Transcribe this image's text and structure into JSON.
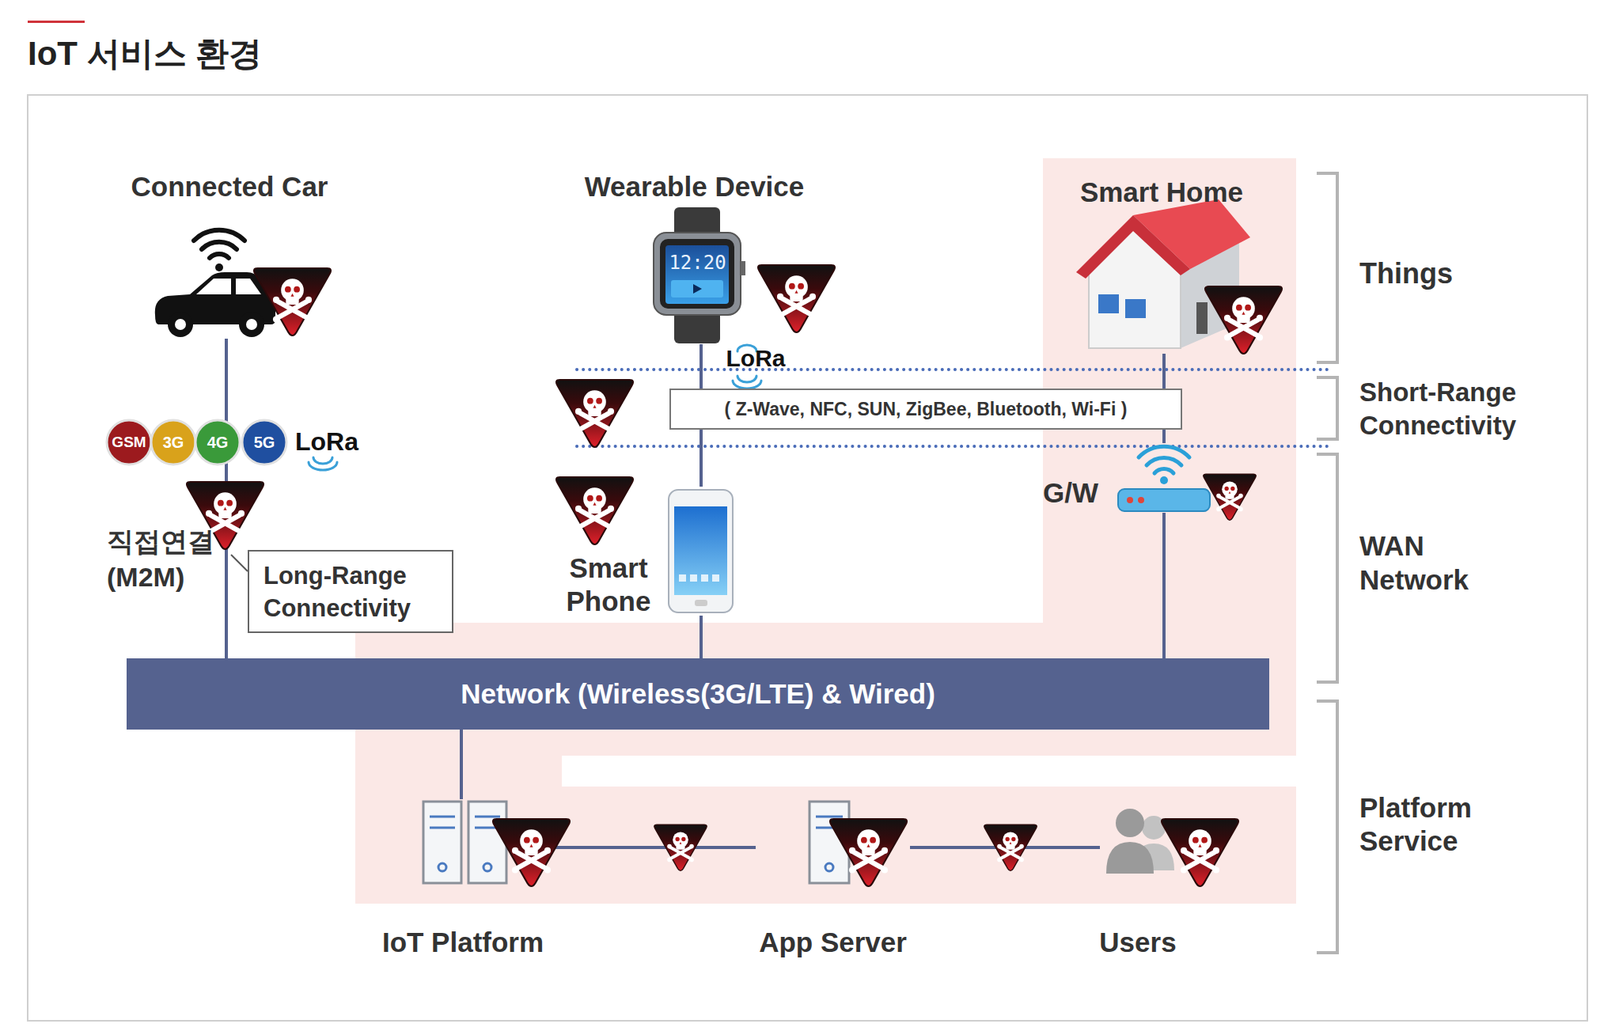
{
  "diagram": {
    "title": "IoT 서비스 환경",
    "nodes": [
      {
        "text": [
          "Connected Car"
        ]
      },
      {
        "text": [
          "Wearable Device"
        ]
      },
      {
        "text": [
          "Smart Home"
        ]
      },
      {
        "text": [
          "( Z-Wave, NFC, SUN, ZigBee, Bluetooth, Wi-Fi )"
        ]
      },
      {
        "text": [
          "Long-Range Connectivity"
        ]
      },
      {
        "text": [
          "Smart Phone"
        ]
      },
      {
        "text": [
          "G/W"
        ]
      },
      {
        "text": [
          "Network (Wireless(3G/LTE) & Wired)"
        ]
      },
      {
        "text": [
          "IoT Platform"
        ]
      },
      {
        "text": [
          "App Server"
        ]
      },
      {
        "text": [
          "Users"
        ]
      }
    ],
    "edges": [
      {
        "from": 0,
        "to": 7,
        "arrow": "none"
      },
      {
        "from": 1,
        "to": 5,
        "arrow": "none"
      },
      {
        "from": 2,
        "to": 6,
        "arrow": "none"
      },
      {
        "from": 6,
        "to": 7,
        "arrow": "none"
      },
      {
        "from": 5,
        "to": 7,
        "arrow": "none"
      },
      {
        "from": 7,
        "to": 8,
        "arrow": "none"
      },
      {
        "from": 8,
        "to": 9,
        "arrow": "none"
      },
      {
        "from": 9,
        "to": 10,
        "arrow": "none"
      }
    ],
    "labels": [
      "12:20",
      "LoRa",
      "GSM",
      "3G",
      "4G",
      "5G",
      "LoRa",
      "직접연결 (M2M)",
      "Things",
      "Short-Range Connectivity",
      "WAN Network",
      "Platform Service"
    ]
  }
}
